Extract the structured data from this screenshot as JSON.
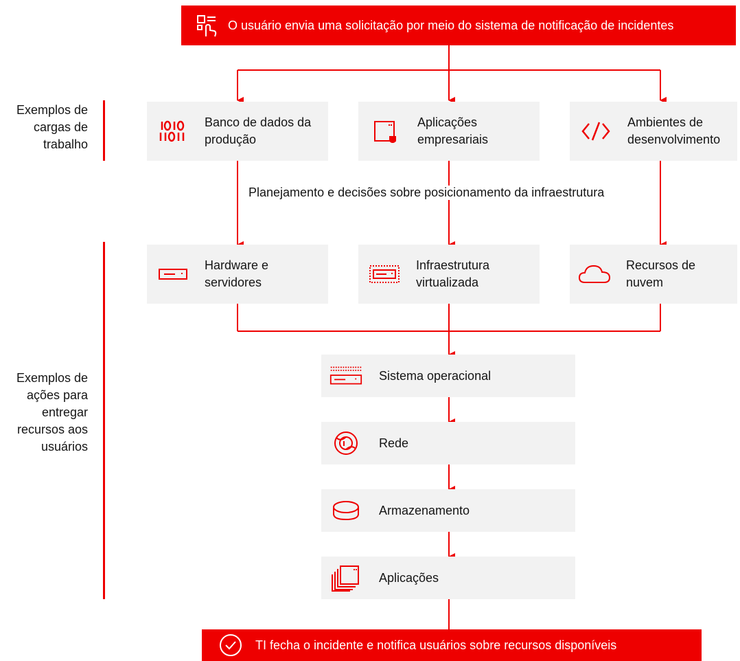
{
  "header": {
    "text": "O usuário envia uma solicitação por meio do sistema de notificação de incidentes",
    "icon": "touch-form-icon"
  },
  "side_labels": {
    "workloads": "Exemplos de cargas de trabalho",
    "actions": "Exemplos de ações para entregar recursos aos usuários"
  },
  "workloads": [
    {
      "label": "Banco de dados da produção",
      "icon": "binary-data-icon"
    },
    {
      "label": "Aplicações empresariais",
      "icon": "app-window-shield-icon"
    },
    {
      "label": "Ambientes de desenvolvimento",
      "icon": "code-brackets-icon"
    }
  ],
  "planning_label": "Planejamento e decisões sobre posicionamento da infraestrutura",
  "infrastructure": [
    {
      "label": "Hardware e servidores",
      "icon": "server-icon"
    },
    {
      "label": "Infraestrutura virtualizada",
      "icon": "virtual-server-icon"
    },
    {
      "label": "Recursos de nuvem",
      "icon": "cloud-icon"
    }
  ],
  "actions": [
    {
      "label": "Sistema operacional",
      "icon": "os-server-icon"
    },
    {
      "label": "Rede",
      "icon": "network-globe-icon"
    },
    {
      "label": "Armazenamento",
      "icon": "storage-disk-icon"
    },
    {
      "label": "Aplicações",
      "icon": "app-stack-icon"
    }
  ],
  "footer": {
    "text": "TI fecha o incidente e notifica usuários sobre recursos disponíveis",
    "icon": "checkmark-circle-icon"
  },
  "colors": {
    "accent": "#ee0000",
    "box": "#f2f2f2",
    "text": "#151515"
  }
}
